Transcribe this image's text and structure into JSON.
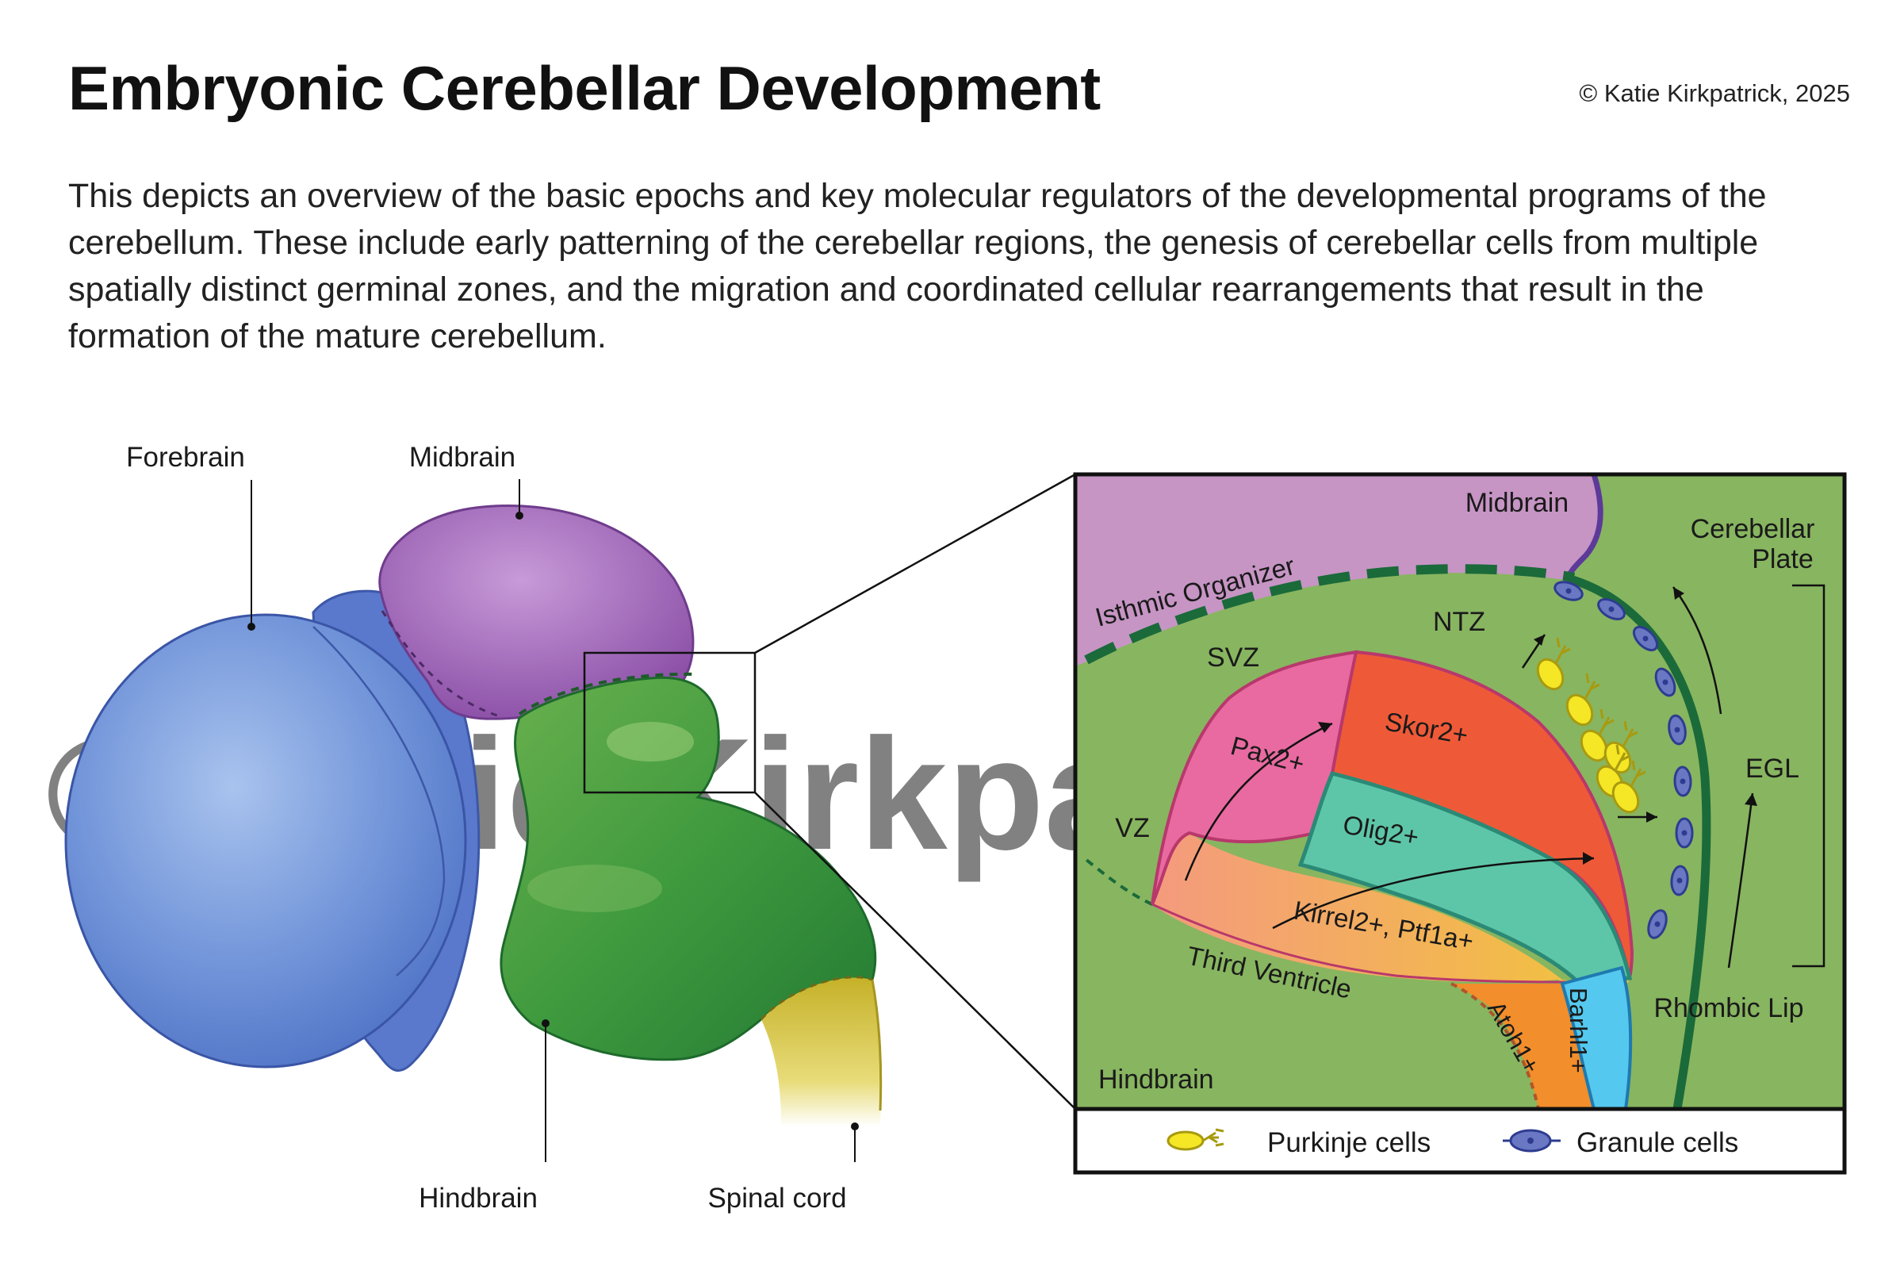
{
  "header": {
    "title": "Embryonic Cerebellar Development",
    "copyright": "© Katie Kirkpatrick, 2025",
    "description": "This depicts an overview of the basic epochs and key molecular regulators of the developmental programs of the cerebellum. These include early patterning of the cerebellar regions, the genesis of cerebellar cells from multiple spatially distinct germinal zones, and the migration and coordinated cellular rearrangements that result in the formation of the mature cerebellum."
  },
  "watermark": "© Katie Kirkpatrick",
  "embryo": {
    "forebrain": "Forebrain",
    "midbrain": "Midbrain",
    "hindbrain": "Hindbrain",
    "spinal_cord": "Spinal cord"
  },
  "inset": {
    "midbrain": "Midbrain",
    "isthmic_organizer": "Isthmic Organizer",
    "cerebellar_plate_line1": "Cerebellar",
    "cerebellar_plate_line2": "Plate",
    "ntz": "NTZ",
    "svz": "SVZ",
    "vz": "VZ",
    "pax2": "Pax2+",
    "skor2": "Skor2+",
    "olig2": "Olig2+",
    "kirrel2": "Kirrel2+, Ptf1a+",
    "third_ventricle": "Third Ventricle",
    "atoh1": "Atoh1+",
    "barhl1": "Barhl1+",
    "egl": "EGL",
    "rhombic_lip": "Rhombic Lip",
    "hindbrain": "Hindbrain"
  },
  "legend": {
    "purkinje": "Purkinje cells",
    "granule": "Granule cells"
  },
  "colors": {
    "forebrain": "#5b7fcf",
    "midbrain": "#9b5fb5",
    "hindbrain": "#3a8f3a",
    "spinal_cord": "#c9b52e",
    "inset_green": "#88b560",
    "inset_purple": "#c695c4",
    "pax2": "#e86aa0",
    "skor2": "#ee5a38",
    "olig2": "#5ec6a8",
    "kirrel2": "#f2c53a",
    "atoh1": "#f28e2b",
    "barhl1": "#55c8ef",
    "granule": "#6a78c4",
    "purkinje": "#f5e626"
  }
}
